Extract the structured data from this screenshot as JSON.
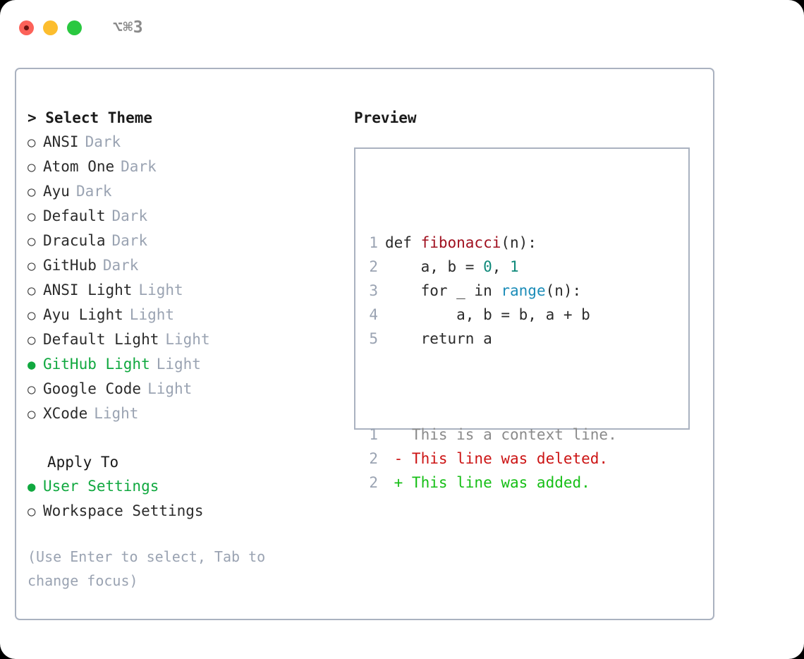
{
  "window": {
    "title": "⌥⌘3",
    "traffic_lights": [
      "close-red",
      "minimize-yellow",
      "maximize-green"
    ]
  },
  "theme_panel": {
    "header": "> Select Theme",
    "items": [
      {
        "marker": "○",
        "label": "ANSI",
        "tag": "Dark",
        "selected": false
      },
      {
        "marker": "○",
        "label": "Atom One",
        "tag": "Dark",
        "selected": false
      },
      {
        "marker": "○",
        "label": "Ayu",
        "tag": "Dark",
        "selected": false
      },
      {
        "marker": "○",
        "label": "Default",
        "tag": "Dark",
        "selected": false
      },
      {
        "marker": "○",
        "label": "Dracula",
        "tag": "Dark",
        "selected": false
      },
      {
        "marker": "○",
        "label": "GitHub",
        "tag": "Dark",
        "selected": false
      },
      {
        "marker": "○",
        "label": "ANSI Light",
        "tag": "Light",
        "selected": false
      },
      {
        "marker": "○",
        "label": "Ayu Light",
        "tag": "Light",
        "selected": false
      },
      {
        "marker": "○",
        "label": "Default Light",
        "tag": "Light",
        "selected": false
      },
      {
        "marker": "●",
        "label": "GitHub Light",
        "tag": "Light",
        "selected": true
      },
      {
        "marker": "○",
        "label": "Google Code",
        "tag": "Light",
        "selected": false
      },
      {
        "marker": "○",
        "label": "XCode",
        "tag": "Light",
        "selected": false
      }
    ],
    "apply_to": {
      "header": "Apply To",
      "items": [
        {
          "marker": "●",
          "label": "User Settings",
          "tag": "",
          "selected": true
        },
        {
          "marker": "○",
          "label": "Workspace Settings",
          "tag": "",
          "selected": false
        }
      ]
    },
    "hint": "(Use Enter to select, Tab to change focus)"
  },
  "preview": {
    "title": "Preview",
    "code_lines": [
      {
        "number": "1",
        "tokens": [
          {
            "text": "def ",
            "type": "plain"
          },
          {
            "text": "fibonacci",
            "type": "func"
          },
          {
            "text": "(n):",
            "type": "plain"
          }
        ]
      },
      {
        "number": "2",
        "tokens": [
          {
            "text": "    a, b = ",
            "type": "plain"
          },
          {
            "text": "0",
            "type": "num"
          },
          {
            "text": ", ",
            "type": "plain"
          },
          {
            "text": "1",
            "type": "num"
          }
        ]
      },
      {
        "number": "3",
        "tokens": [
          {
            "text": "    for _ in ",
            "type": "plain"
          },
          {
            "text": "range",
            "type": "builtin"
          },
          {
            "text": "(n):",
            "type": "plain"
          }
        ]
      },
      {
        "number": "4",
        "tokens": [
          {
            "text": "        a, b = b, a + b",
            "type": "plain"
          }
        ]
      },
      {
        "number": "5",
        "tokens": [
          {
            "text": "    return a",
            "type": "plain"
          }
        ]
      }
    ],
    "diff_lines": [
      {
        "number": "1",
        "sign": " ",
        "text": "This is a context line.",
        "kind": "context"
      },
      {
        "number": "2",
        "sign": "-",
        "text": "This line was deleted.",
        "kind": "deleted"
      },
      {
        "number": "2",
        "sign": "+",
        "text": "This line was added.",
        "kind": "added"
      }
    ]
  },
  "colors": {
    "selected_green": "#10a83f",
    "muted_gray": "#9aa3b2",
    "border": "#aab2c0",
    "diff_added": "#16bf16",
    "diff_deleted": "#cc1414",
    "token_func": "#a0101f",
    "token_num": "#0f897a",
    "token_builtin": "#1b8cb8"
  }
}
